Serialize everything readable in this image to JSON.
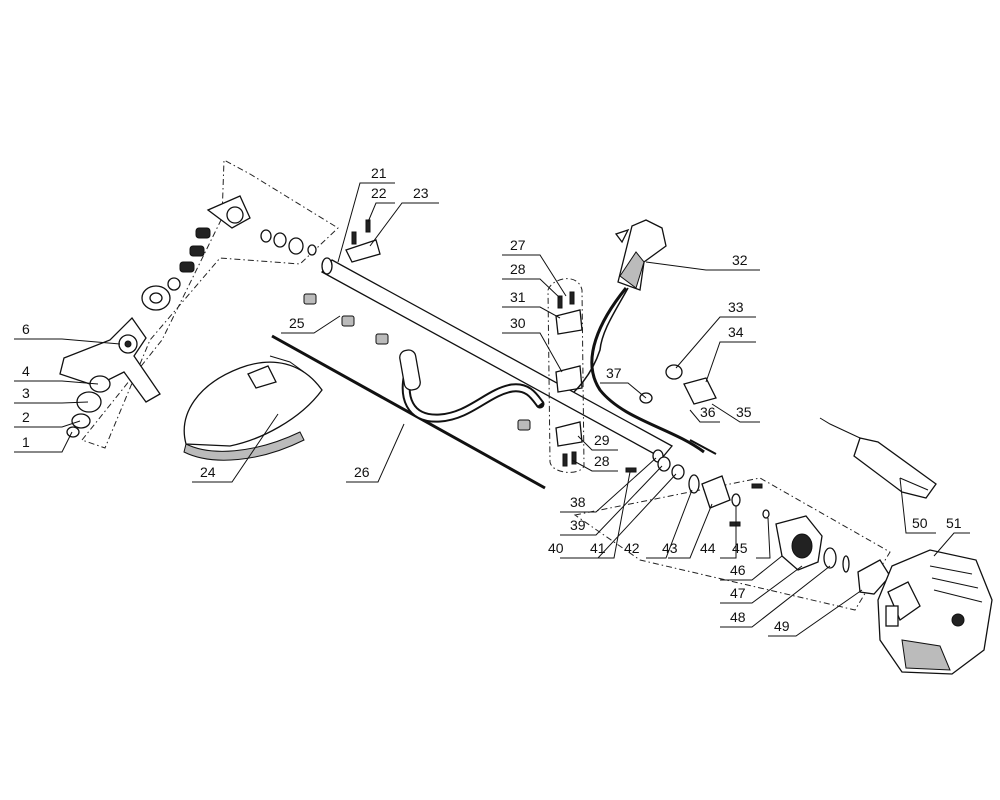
{
  "part_labels": [
    "1",
    "2",
    "3",
    "4",
    "6",
    "21",
    "22",
    "23",
    "24",
    "25",
    "26",
    "27",
    "28",
    "29",
    "30",
    "31",
    "32",
    "33",
    "34",
    "35",
    "36",
    "37",
    "38",
    "39",
    "40",
    "41",
    "42",
    "43",
    "44",
    "45",
    "46",
    "47",
    "48",
    "49",
    "50",
    "51"
  ],
  "colors": {
    "ink": "#111111",
    "paper": "#ffffff",
    "shade": "#bbbbbb"
  }
}
